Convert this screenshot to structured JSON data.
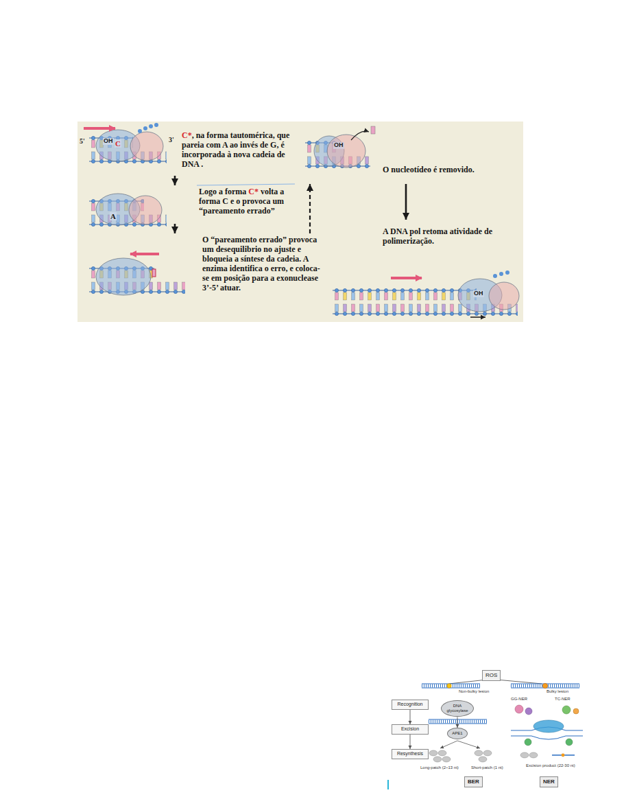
{
  "diagram": {
    "nodes": [
      {
        "text": [
          "C*, na forma tautomérica, que pareia com A ao invés de G, é incorporada à nova cadeia de DNA ."
        ]
      },
      {
        "text": [
          "Logo a forma C* volta a forma C e o provoca um “pareamento errado”"
        ]
      },
      {
        "text": [
          "O “pareamento errado” provoca um desequilibrio no ajuste e bloqueia a síntese da cadeia. A enzima identifica o erro, e coloca-se em posição para a exonuclease 3’-5’ atuar."
        ]
      },
      {
        "text": [
          "O nucleotídeo é removido."
        ]
      },
      {
        "text": [
          "A DNA pol retoma atividade de polimerização."
        ]
      },
      {
        "text": [
          "ROS"
        ]
      },
      {
        "text": [
          "Recognition"
        ]
      },
      {
        "text": [
          "Excision"
        ]
      },
      {
        "text": [
          "Resynthesis"
        ]
      },
      {
        "text": [
          "DNA glycosylase"
        ]
      },
      {
        "text": [
          "APE1"
        ]
      },
      {
        "text": [
          "BER"
        ]
      },
      {
        "text": [
          "NER"
        ]
      }
    ],
    "edges": [
      {
        "from": 0,
        "to": 1,
        "arrow": "to"
      },
      {
        "from": 1,
        "to": 2,
        "arrow": "to"
      },
      {
        "from": 2,
        "to": 3,
        "arrow": "to"
      },
      {
        "from": 3,
        "to": 4,
        "arrow": "to"
      },
      {
        "from": 6,
        "to": 7,
        "arrow": "to"
      },
      {
        "from": 7,
        "to": 8,
        "arrow": "to"
      },
      {
        "from": 9,
        "to": 10,
        "arrow": "to"
      }
    ],
    "labels": [
      "5'",
      "3'",
      "OH",
      "C",
      "A",
      "OH",
      "OH",
      "Non-bulky lesion",
      "Bulky lesion",
      "GG-NER",
      "TC-NER",
      "Long-patch (2~13 nt)",
      "Short-patch (1 nt)",
      "Excision product (22-30 nt)"
    ]
  }
}
